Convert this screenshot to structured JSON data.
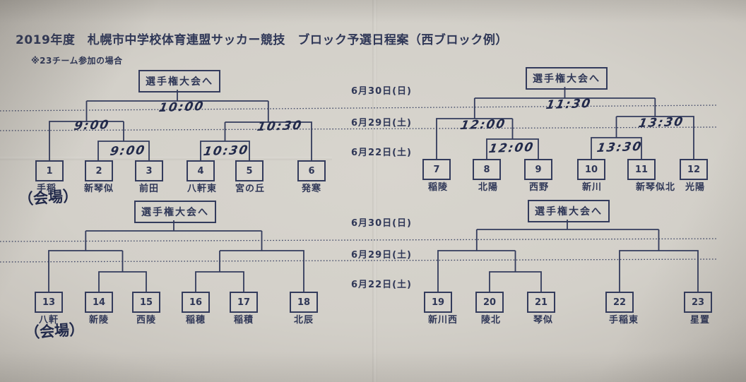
{
  "document": {
    "title": "2019年度　札幌市中学校体育連盟サッカー競技　ブロック予選日程案（西ブロック例）",
    "note": "※23チーム参加の場合",
    "advance_label": "選手権大会へ",
    "round_dates": [
      "6月30日(日)",
      "6月29日(土)",
      "6月22日(土)"
    ]
  },
  "brackets": [
    {
      "label": "group-1",
      "teams": [
        {
          "number": "1",
          "name": "手稲",
          "venue_note": "（会場）"
        },
        {
          "number": "2",
          "name": "新琴似"
        },
        {
          "number": "3",
          "name": "前田"
        },
        {
          "number": "4",
          "name": "八軒東"
        },
        {
          "number": "5",
          "name": "宮の丘"
        },
        {
          "number": "6",
          "name": "発寒"
        }
      ],
      "times": {
        "final": "10:00",
        "semi_left": "9:00",
        "match_left": "9:00",
        "semi_right": "10:30",
        "match_right": "10:30"
      }
    },
    {
      "label": "group-2",
      "teams": [
        {
          "number": "7",
          "name": "稲陵"
        },
        {
          "number": "8",
          "name": "北陽"
        },
        {
          "number": "9",
          "name": "西野"
        },
        {
          "number": "10",
          "name": "新川"
        },
        {
          "number": "11",
          "name": "新琴似北"
        },
        {
          "number": "12",
          "name": "光陽"
        }
      ],
      "times": {
        "final": "11:30",
        "semi_left": "12:00",
        "match_left": "12:00",
        "semi_right": "13:30",
        "match_right": "13:30"
      }
    },
    {
      "label": "group-3",
      "teams": [
        {
          "number": "13",
          "name": "八軒",
          "venue_note": "（会場）"
        },
        {
          "number": "14",
          "name": "新陵"
        },
        {
          "number": "15",
          "name": "西陵"
        },
        {
          "number": "16",
          "name": "稲穂"
        },
        {
          "number": "17",
          "name": "稲積"
        },
        {
          "number": "18",
          "name": "北辰"
        }
      ]
    },
    {
      "label": "group-4",
      "teams": [
        {
          "number": "19",
          "name": "新川西"
        },
        {
          "number": "20",
          "name": "陵北"
        },
        {
          "number": "21",
          "name": "琴似"
        },
        {
          "number": "22",
          "name": "手稲東"
        },
        {
          "number": "23",
          "name": "星置"
        }
      ]
    }
  ]
}
